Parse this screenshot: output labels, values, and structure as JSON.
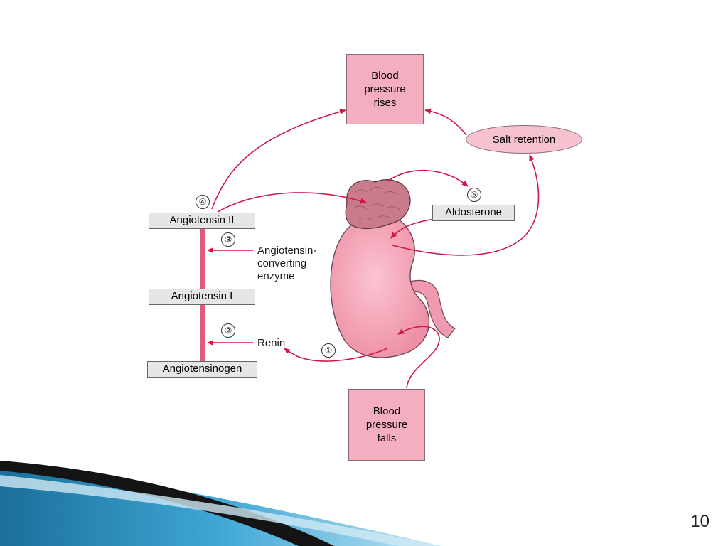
{
  "slide": {
    "page_number": "10"
  },
  "diagram": {
    "blood_pressure_rises": "Blood\npressure\nrises",
    "blood_pressure_falls": "Blood\npressure\nfalls",
    "salt_retention": "Salt retention",
    "angiotensin_ii": "Angiotensin II",
    "angiotensin_i": "Angiotensin I",
    "angiotensinogen": "Angiotensinogen",
    "ace": "Angiotensin-\nconverting\nenzyme",
    "renin": "Renin",
    "aldosterone": "Aldosterone",
    "steps": [
      "①",
      "②",
      "③",
      "④",
      "⑤"
    ]
  },
  "colors": {
    "arrow": "#d01848",
    "box_fill": "#f4aec0",
    "kidney": "#f5a6b8",
    "adrenal": "#c97a8c",
    "decor_dark": "#1a1a1a",
    "decor_blue": "#2a8fc0"
  }
}
